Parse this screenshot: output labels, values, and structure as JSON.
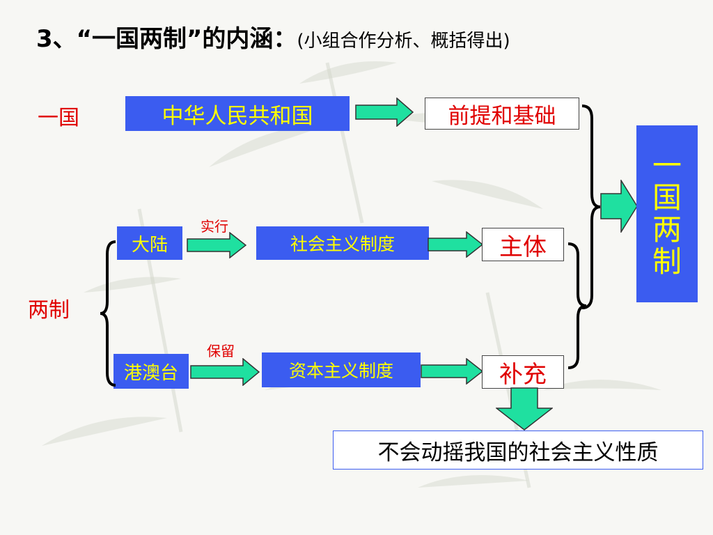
{
  "title": {
    "main": "3、“一国两制”的内涵：",
    "sub": "(小组合作分析、概括得出)"
  },
  "left": {
    "yiguo": "一国",
    "liangzhi": "两制"
  },
  "row1": {
    "source": "中华人民共和国",
    "result": "前提和基础"
  },
  "row2": {
    "source": "大陆",
    "verb": "实行",
    "system": "社会主义制度",
    "result": "主体"
  },
  "row3": {
    "source": "港澳台",
    "verb": "保留",
    "system": "资本主义制度",
    "result": "补充"
  },
  "summary": {
    "chars": [
      "一",
      "国",
      "两",
      "制"
    ]
  },
  "conclusion": "不会动摇我国的社会主义性质",
  "colors": {
    "blue_box": "#3b5cf0",
    "yellow_text": "#ffff00",
    "red_text": "#e00000",
    "arrow_fill": "#1fe0a0"
  }
}
